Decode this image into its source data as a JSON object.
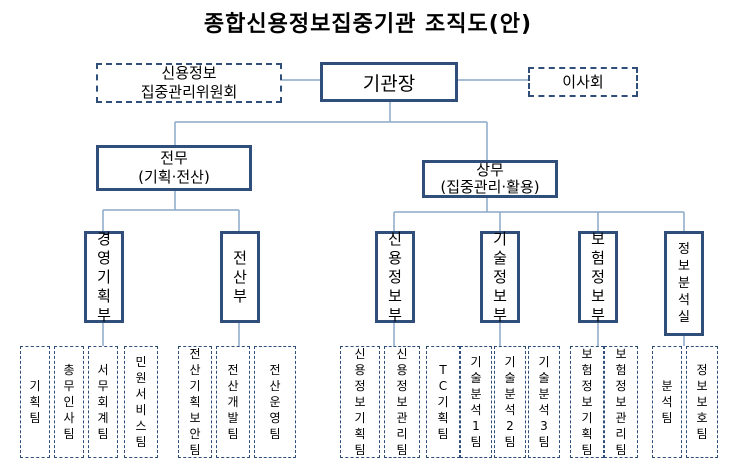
{
  "title": "종합신용정보집중기관  조직도(안)",
  "top": {
    "left_committee": "신용정보\n집중관리위원회",
    "head": "기관장",
    "board": "이사회"
  },
  "vp_left": {
    "title": "전무",
    "sub": "(기획·전산)"
  },
  "vp_right": {
    "title": "상무",
    "sub": "(집중관리·활용)"
  },
  "divisions": [
    {
      "label": "경영기획부"
    },
    {
      "label": "전산부"
    },
    {
      "label": "신용정보부"
    },
    {
      "label": "기술정보부"
    },
    {
      "label": "보험정보부"
    },
    {
      "label": "정보분석실"
    }
  ],
  "teams": [
    "기획팀",
    "총무인사팀",
    "서무회계팀",
    "민원서비스팀",
    "전산기획보안팀",
    "전산개발팀",
    "전산운영팀",
    "신용정보기획팀",
    "신용정보관리팀",
    "TC기획팀",
    "기술분석1팀",
    "기술분석2팀",
    "기술분석3팀",
    "보험정보기획팀",
    "보험정보관리팀",
    "분석팀",
    "정보보호팀"
  ]
}
